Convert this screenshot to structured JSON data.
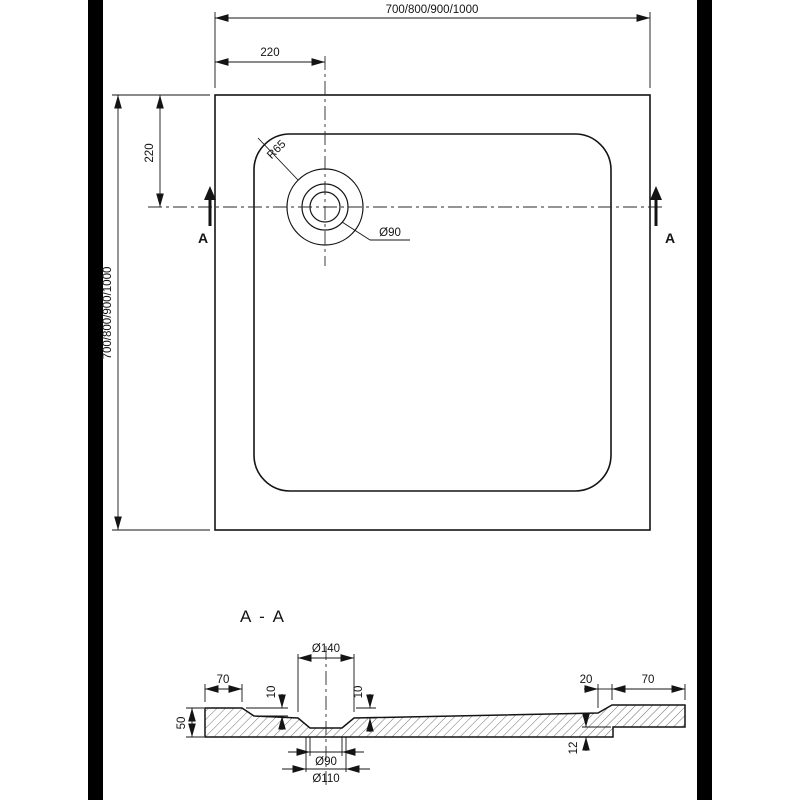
{
  "colors": {
    "line": "#141414",
    "background": "#ffffff",
    "side_bar": "#000000"
  },
  "top_view": {
    "overall_width": "700/800/900/1000",
    "overall_height": "700/800/900/1000",
    "drain_offset_horizontal": "220",
    "drain_offset_vertical": "220",
    "corner_radius": "R65",
    "drain_diameter": "Ø90",
    "section_marker_left": "A",
    "section_marker_right": "A"
  },
  "section_view": {
    "title": "A - A",
    "recess_diameter": "Ø140",
    "left_rim_width": "70",
    "left_depth": "10",
    "right_depth": "10",
    "right_step_width": "20",
    "right_rim_width": "70",
    "edge_height": "50",
    "base_step_height": "12",
    "drain_hole_diameter": "Ø90",
    "drain_recess_diameter": "Ø110"
  }
}
